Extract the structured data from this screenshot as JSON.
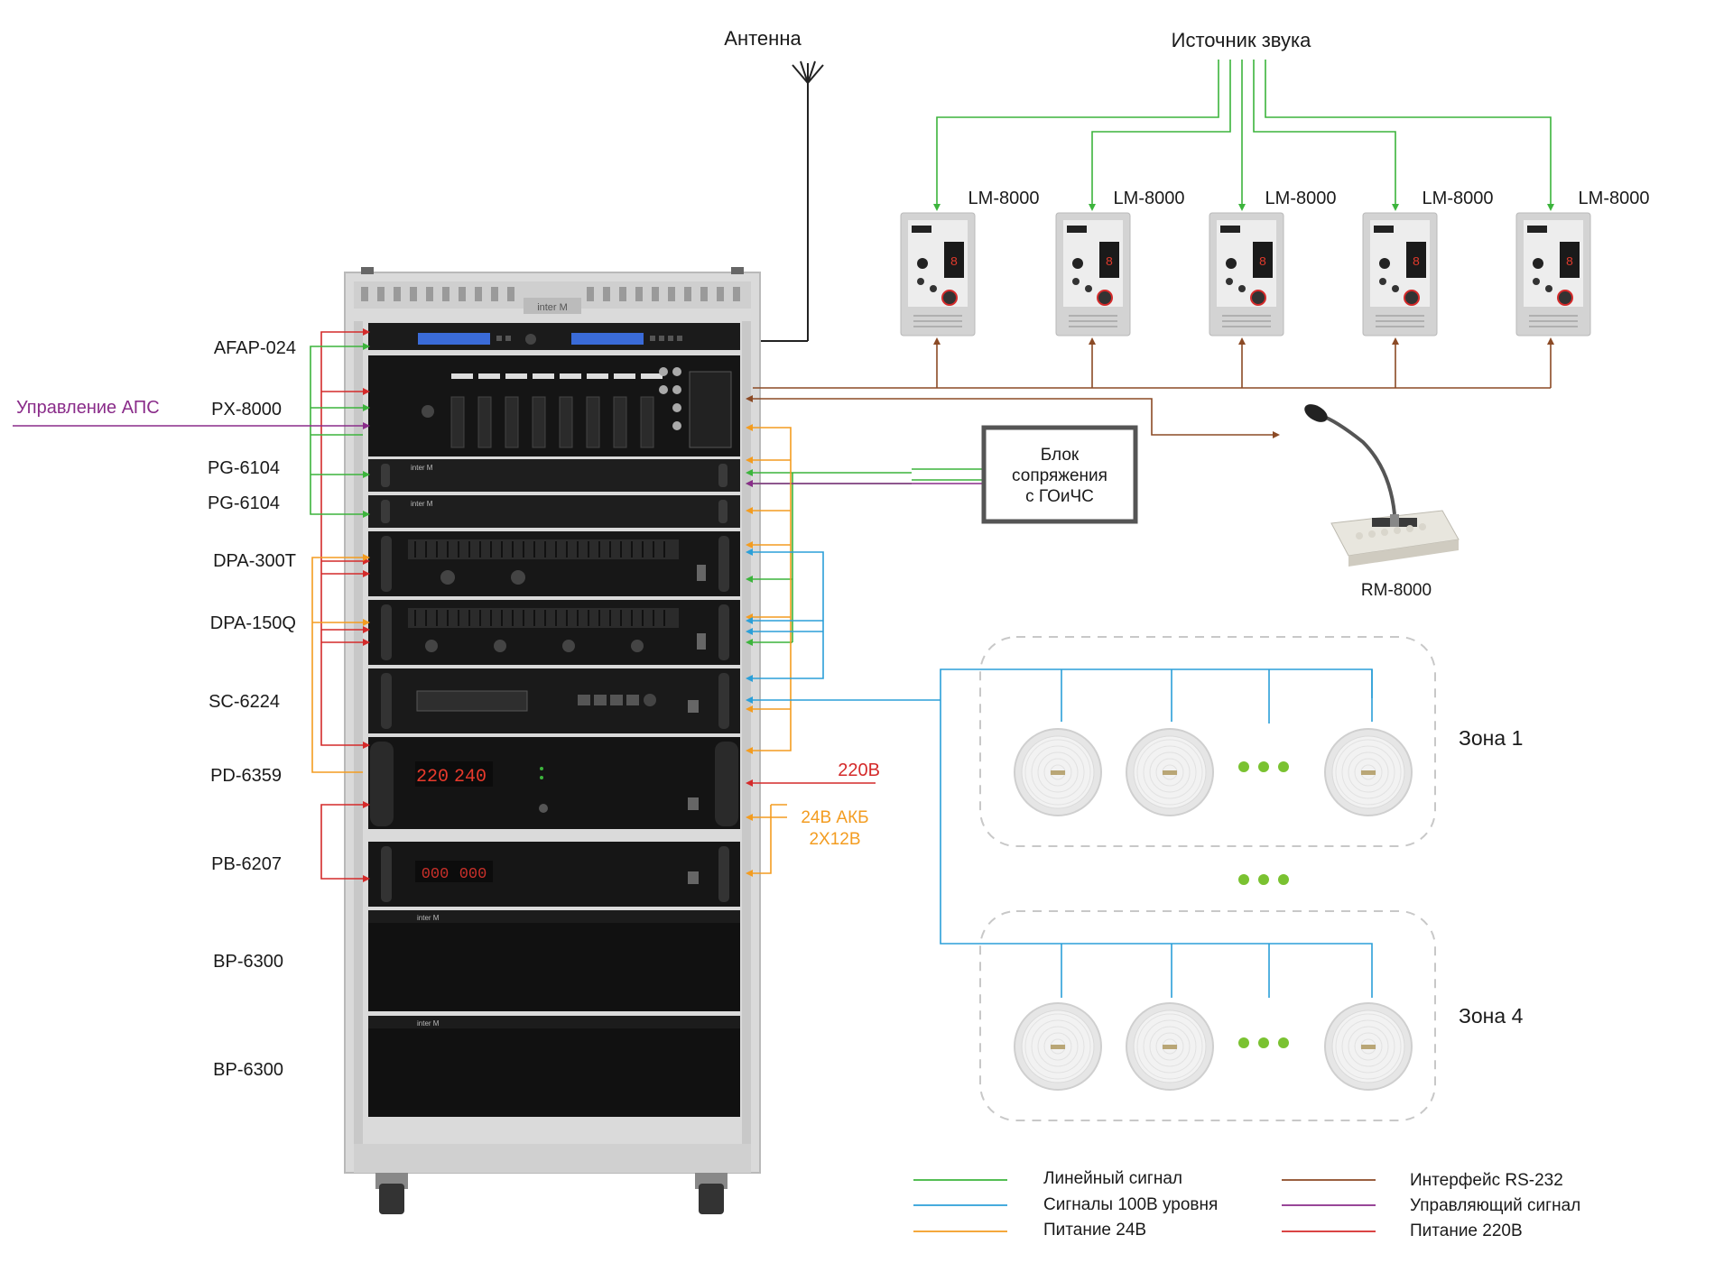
{
  "title_antenna": "Антенна",
  "title_sound_source": "Источник звука",
  "rack_devices": [
    {
      "label": "AFAP-024"
    },
    {
      "label": "PX-8000"
    },
    {
      "label": "PG-6104"
    },
    {
      "label": "PG-6104"
    },
    {
      "label": "DPA-300T"
    },
    {
      "label": "DPA-150Q"
    },
    {
      "label": "SC-6224"
    },
    {
      "label": "PD-6359"
    },
    {
      "label": "PB-6207"
    },
    {
      "label": "BP-6300"
    },
    {
      "label": "BP-6300"
    }
  ],
  "aps_control_label": "Управление АПС",
  "lm_units": [
    {
      "label": "LM-8000"
    },
    {
      "label": "LM-8000"
    },
    {
      "label": "LM-8000"
    },
    {
      "label": "LM-8000"
    },
    {
      "label": "LM-8000"
    }
  ],
  "gochs_block": {
    "line1": "Блок",
    "line2": "сопряжения",
    "line3": "с ГОиЧС"
  },
  "rm_label": "RM-8000",
  "power_220_label": "220В",
  "battery_label_1": "24В АКБ",
  "battery_label_2": "2Х12В",
  "zones": [
    {
      "label": "Зона 1"
    },
    {
      "label": "Зона 4"
    }
  ],
  "legend": {
    "left": [
      {
        "label": "Линейный сигнал",
        "color": "#3cb43c"
      },
      {
        "label": "Сигналы 100В уровня",
        "color": "#2b9fd8"
      },
      {
        "label": "Питание 24В",
        "color": "#f39c20"
      }
    ],
    "right": [
      {
        "label": "Интерфейс RS-232",
        "color": "#8b4a25"
      },
      {
        "label": "Управляющий сигнал",
        "color": "#8a2c8a"
      },
      {
        "label": "Питание 220В",
        "color": "#d42a2a"
      }
    ]
  },
  "device_text": {
    "interm": "inter M",
    "pd_display_1": "220",
    "pd_display_2": "240",
    "pb_display_1": "000",
    "pb_display_2": "000",
    "lm_digit": "8"
  }
}
